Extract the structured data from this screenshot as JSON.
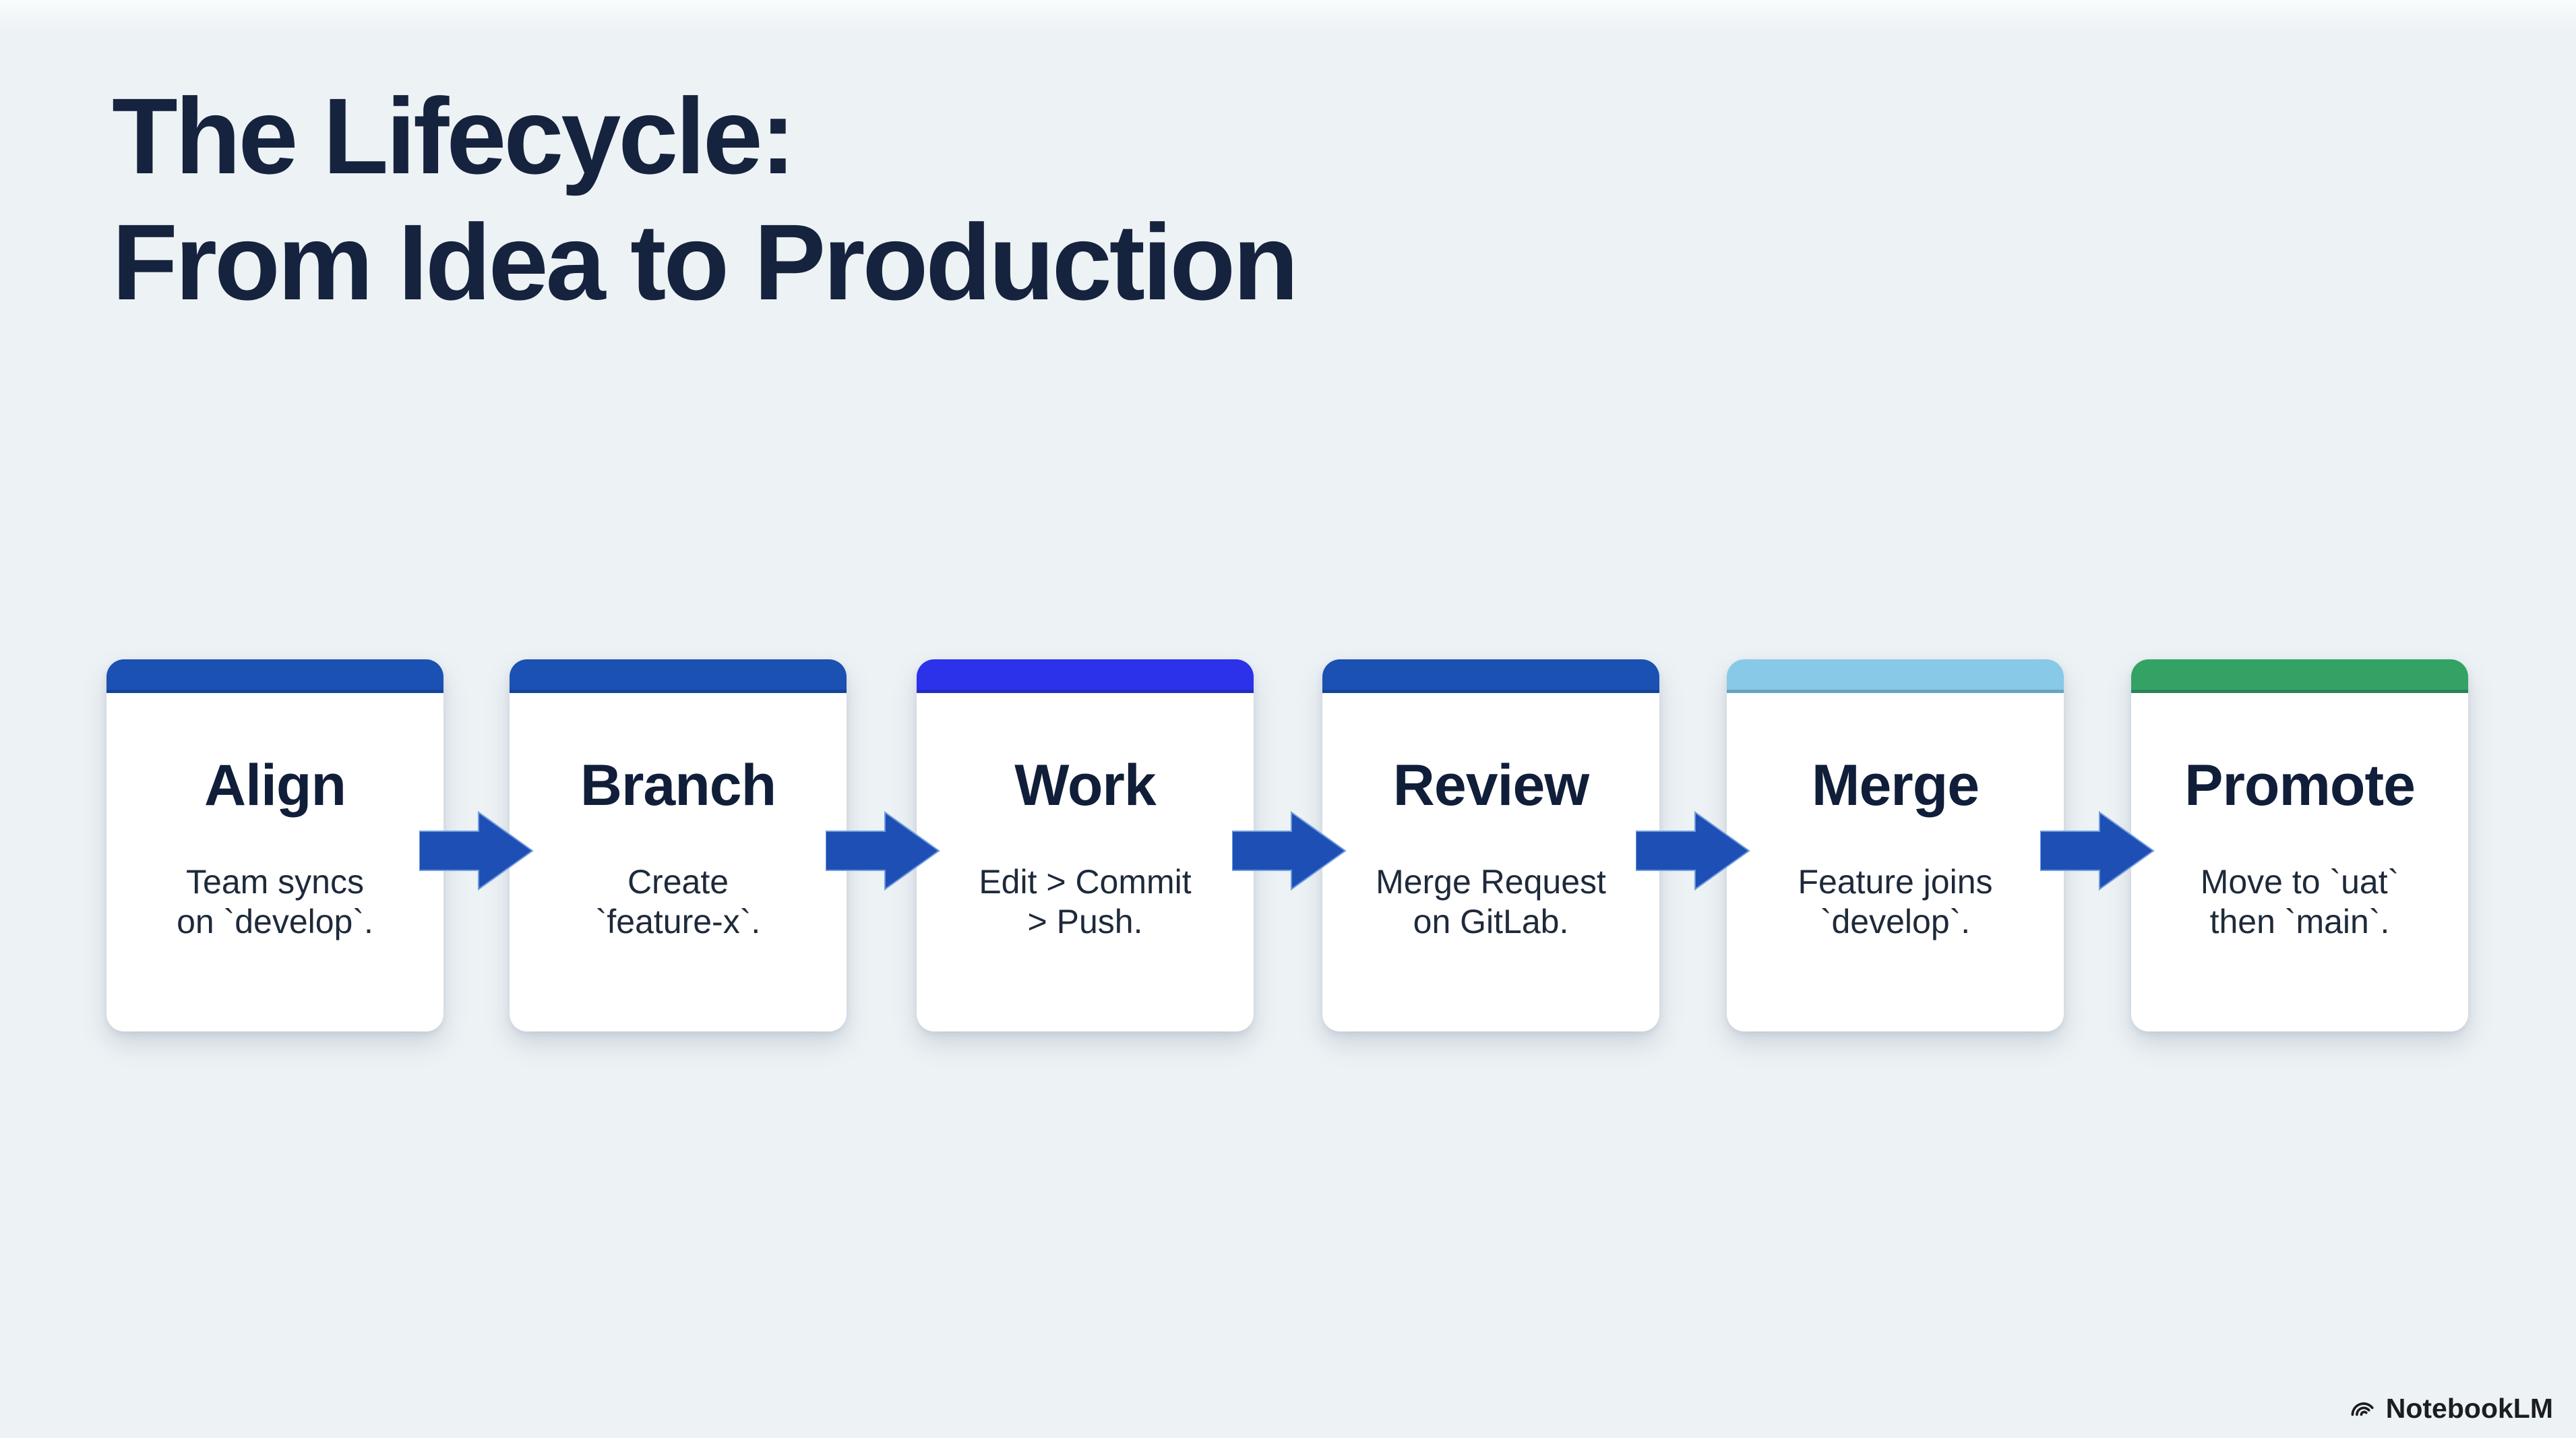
{
  "page": {
    "background_color": "#edf2f5",
    "title": "The Lifecycle:\nFrom Idea to Production",
    "title_color": "#16233e"
  },
  "steps": [
    {
      "name": "Align",
      "desc_line1": "Team syncs",
      "desc_line2": "on `develop`.",
      "bar_color": "#1a51b2"
    },
    {
      "name": "Branch",
      "desc_line1": "Create",
      "desc_line2": "`feature-x`.",
      "bar_color": "#1a51b2"
    },
    {
      "name": "Work",
      "desc_line1": "Edit > Commit",
      "desc_line2": "> Push.",
      "bar_color": "#2b32e9"
    },
    {
      "name": "Review",
      "desc_line1": "Merge Request",
      "desc_line2": "on GitLab.",
      "bar_color": "#1a51b2"
    },
    {
      "name": "Merge",
      "desc_line1": "Feature joins",
      "desc_line2": "`develop`.",
      "bar_color": "#87c9e7"
    },
    {
      "name": "Promote",
      "desc_line1": "Move to `uat`",
      "desc_line2": "then `main`.",
      "bar_color": "#34a264"
    }
  ],
  "arrow": {
    "color": "#1d4fb5",
    "edge_color": "#6f9bdd"
  },
  "footer": {
    "brand": "NotebookLM"
  }
}
